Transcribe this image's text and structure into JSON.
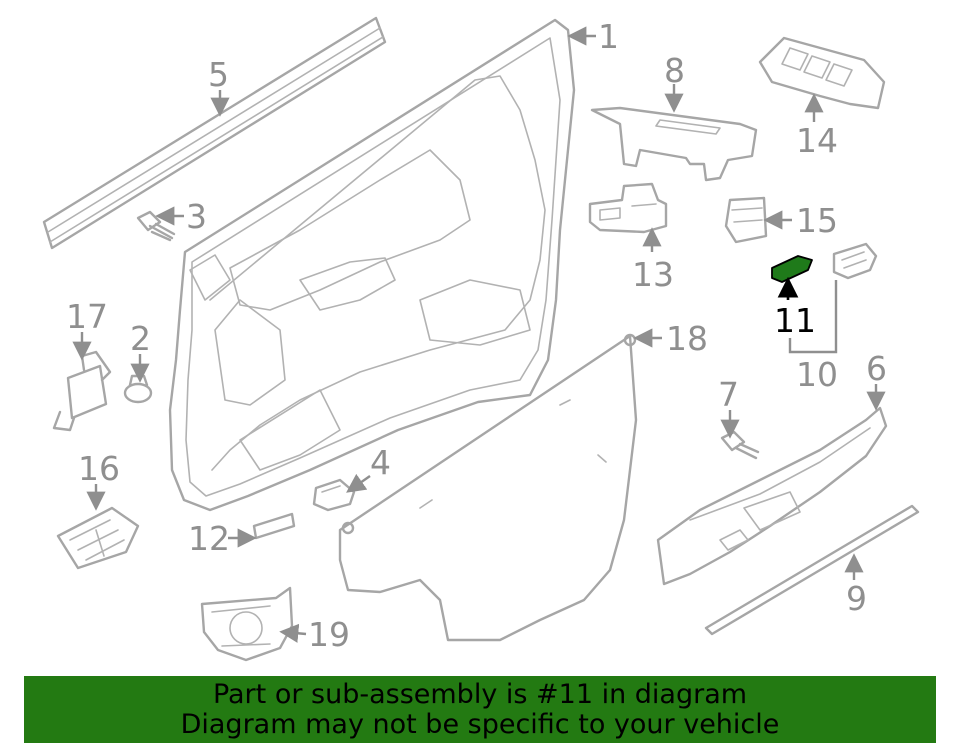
{
  "highlight_color": "#1f7a1a",
  "banner_color": "#237a12",
  "callouts": {
    "c1": "1",
    "c2": "2",
    "c3": "3",
    "c4": "4",
    "c5": "5",
    "c6": "6",
    "c7": "7",
    "c8": "8",
    "c9": "9",
    "c10": "10",
    "c11": "11",
    "c12": "12",
    "c13": "13",
    "c14": "14",
    "c15": "15",
    "c16": "16",
    "c17": "17",
    "c18": "18",
    "c19": "19"
  },
  "banner": {
    "line1": "Part or sub-assembly is #11 in diagram",
    "line2": "Diagram may not be specific to your vehicle"
  }
}
